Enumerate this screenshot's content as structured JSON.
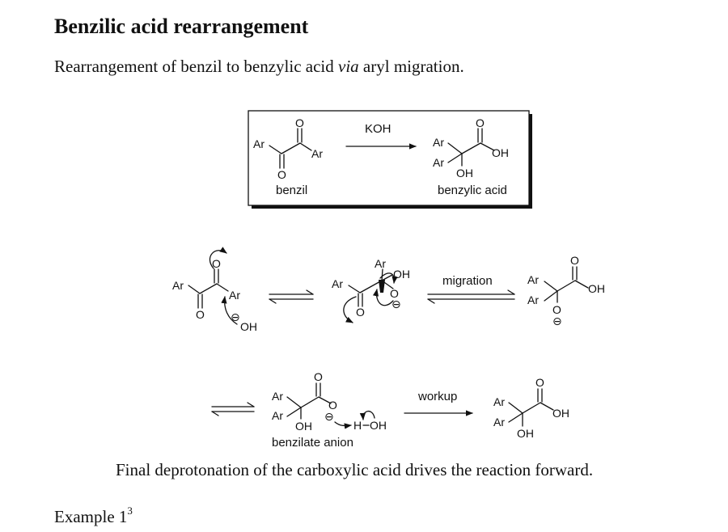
{
  "heading": {
    "title": "Benzilic acid rearrangement",
    "subtitle_pre": "Rearrangement of benzil to benzylic acid ",
    "subtitle_em": "via",
    "subtitle_post": " aryl migration."
  },
  "atoms": {
    "ar": "Ar",
    "o": "O",
    "oh": "OH",
    "h": "H",
    "minus": "⊖"
  },
  "summary": {
    "reagent": "KOH",
    "start_label": "benzil",
    "product_label": "benzylic acid"
  },
  "mechanism": {
    "migration_label": "migration",
    "workup_label": "workup",
    "anion_label": "benzilate anion"
  },
  "footer": {
    "note": "Final deprotonation of the carboxylic acid drives the reaction forward.",
    "example": "Example 1",
    "example_ref": "3"
  }
}
